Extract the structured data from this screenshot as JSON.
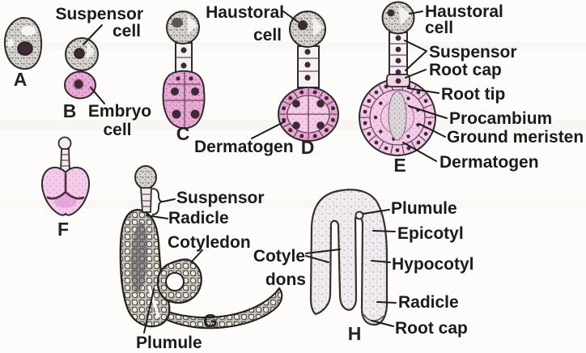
{
  "diagram": {
    "description": "Stages of dicot embryo development (A-H)",
    "letters": {
      "a": "A",
      "b": "B",
      "c": "C",
      "d": "D",
      "e": "E",
      "f": "F",
      "g": "G",
      "h": "H"
    },
    "labels": {
      "b_suspensor_line1": "Suspensor",
      "b_suspensor_line2": "cell",
      "b_embryo_line1": "Embryo",
      "b_embryo_line2": "cell",
      "cd_haustoral_line1": "Haustoral",
      "cd_haustoral_line2": "cell",
      "d_dermatogen": "Dermatogen",
      "e_haustoral_line1": "Haustoral",
      "e_haustoral_line2": "cell",
      "e_suspensor": "Suspensor",
      "e_root_cap": "Root cap",
      "e_root_tip": "Root tip",
      "e_procambium": "Procambium",
      "e_ground_meristem": "Ground meristen",
      "e_dermatogen": "Dermatogen",
      "g_suspensor": "Suspensor",
      "g_radicle": "Radicle",
      "g_cotyledon": "Cotyledon",
      "g_plumule": "Plumule",
      "h_cotyledons_line1": "Cotyle",
      "h_cotyledons_line2": "dons",
      "h_plumule": "Plumule",
      "h_epicotyl": "Epicotyl",
      "h_hypocotyl": "Hypocotyl",
      "h_radicle": "Radicle",
      "h_root_cap": "Root cap"
    },
    "colors": {
      "pink": "#e9aad6",
      "pink_light": "#f4cbe8",
      "outline": "#2d2a2b",
      "text": "#1b1b1b",
      "background": "#fdfcfb"
    }
  }
}
